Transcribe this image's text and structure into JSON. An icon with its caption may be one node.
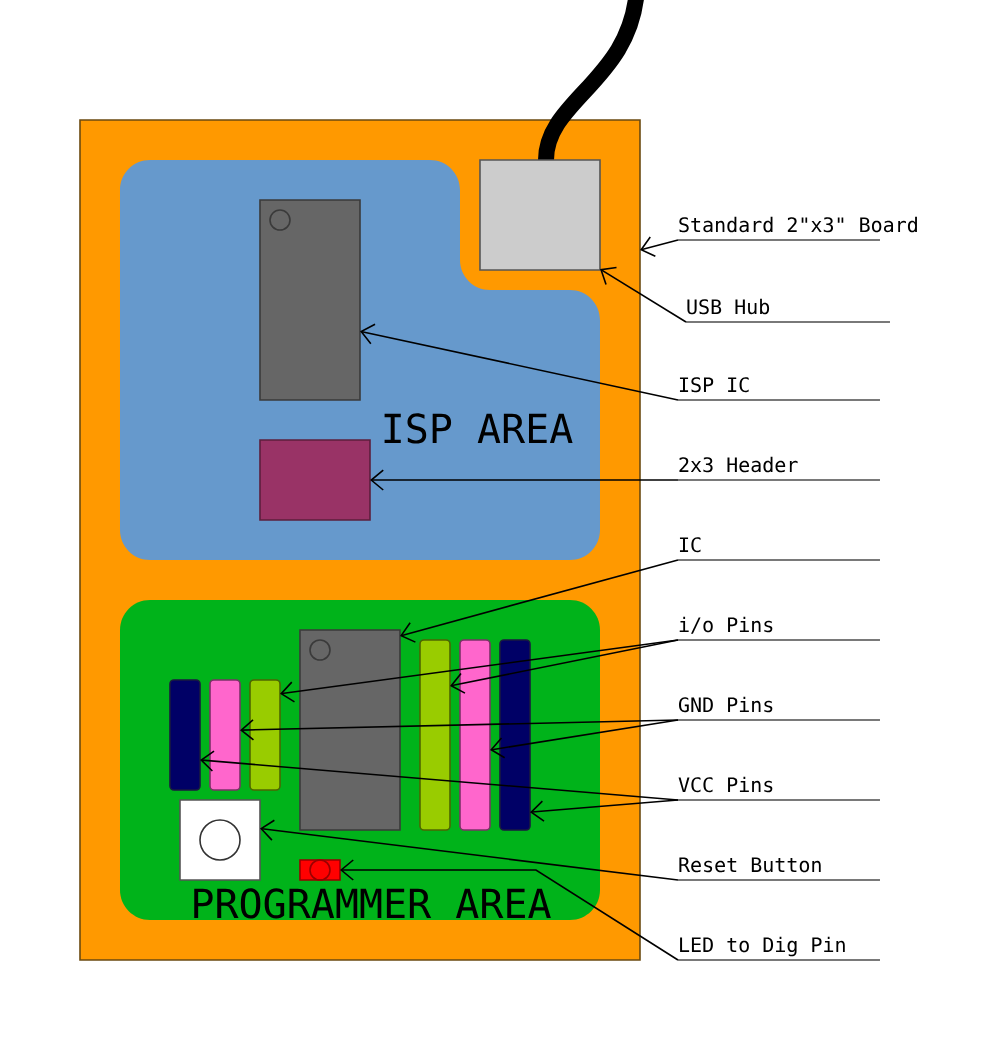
{
  "diagram": {
    "nodes": [
      {
        "text": [],
        "shape": "box"
      },
      {
        "text": [
          "ISP AREA"
        ],
        "in": 0
      },
      {
        "text": [],
        "shape": "box",
        "in": 1
      },
      {
        "text": [],
        "shape": "box",
        "in": 1
      },
      {
        "text": [],
        "shape": "box",
        "in": 0
      },
      {
        "text": [
          "PROGRAMMER AREA"
        ],
        "in": 0
      },
      {
        "text": [],
        "shape": "box",
        "in": 5
      },
      {
        "text": [],
        "shape": "bar",
        "in": 5
      },
      {
        "text": [],
        "shape": "bar",
        "in": 5
      },
      {
        "text": [],
        "shape": "bar",
        "in": 5
      },
      {
        "text": [],
        "shape": "bar",
        "in": 5
      },
      {
        "text": [],
        "shape": "bar",
        "in": 5
      },
      {
        "text": [],
        "shape": "bar",
        "in": 5
      },
      {
        "text": [],
        "shape": "box",
        "in": 5
      },
      {
        "text": [],
        "shape": "box",
        "in": 5
      },
      {
        "text": [
          "Standard 2\"x3\" Board"
        ]
      },
      {
        "text": [
          "USB Hub"
        ]
      },
      {
        "text": [
          "ISP IC"
        ]
      },
      {
        "text": [
          "2x3 Header"
        ]
      },
      {
        "text": [
          "IC"
        ]
      },
      {
        "text": [
          "i/o Pins"
        ]
      },
      {
        "text": [
          "GND Pins"
        ]
      },
      {
        "text": [
          "VCC Pins"
        ]
      },
      {
        "text": [
          "Reset Button"
        ]
      },
      {
        "text": [
          "LED to Dig Pin"
        ]
      }
    ],
    "edges": [
      {
        "from": 15,
        "to": 0,
        "arrow": "to"
      },
      {
        "from": 16,
        "to": 4,
        "arrow": "to"
      },
      {
        "from": 17,
        "to": 2,
        "arrow": "to"
      },
      {
        "from": 18,
        "to": 3,
        "arrow": "to"
      },
      {
        "from": 19,
        "to": 6,
        "arrow": "to"
      },
      {
        "from": 20,
        "to": 9,
        "arrow": "to"
      },
      {
        "from": 20,
        "to": 10,
        "arrow": "to"
      },
      {
        "from": 21,
        "to": 8,
        "arrow": "to"
      },
      {
        "from": 21,
        "to": 11,
        "arrow": "to"
      },
      {
        "from": 22,
        "to": 7,
        "arrow": "to"
      },
      {
        "from": 22,
        "to": 12,
        "arrow": "to"
      },
      {
        "from": 23,
        "to": 13,
        "arrow": "to"
      },
      {
        "from": 24,
        "to": 14,
        "arrow": "to"
      }
    ]
  }
}
